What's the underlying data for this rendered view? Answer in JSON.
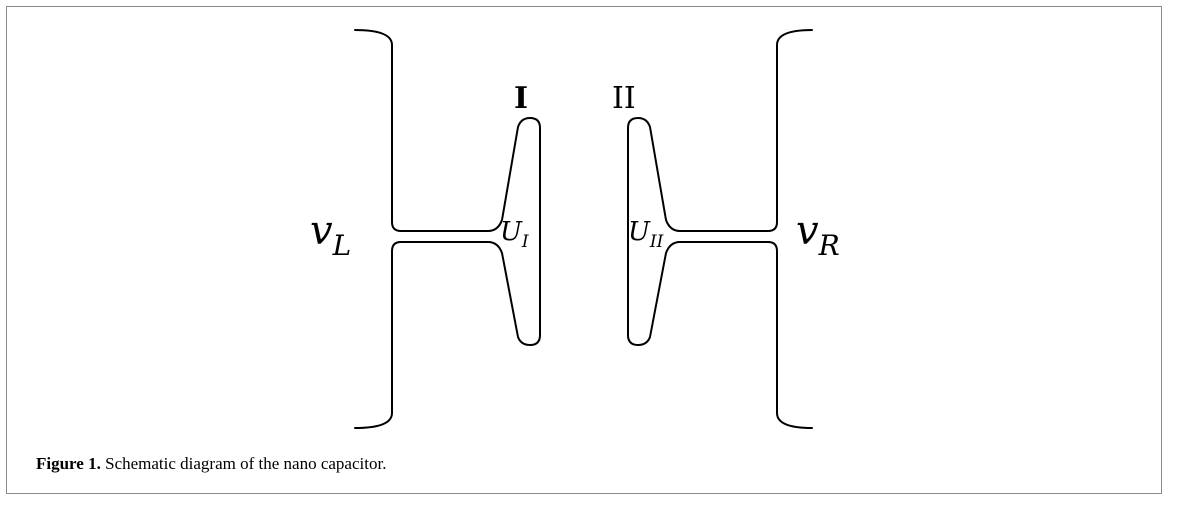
{
  "labels": {
    "plate_left": "I",
    "plate_right": "II",
    "voltage_left": {
      "base": "v",
      "sub": "L"
    },
    "voltage_right": {
      "base": "v",
      "sub": "R"
    },
    "potential_left": {
      "base": "U",
      "sub": "I"
    },
    "potential_right": {
      "base": "U",
      "sub": "II"
    }
  },
  "caption": {
    "label": "Figure 1.",
    "text": " Schematic diagram of the nano capacitor."
  }
}
